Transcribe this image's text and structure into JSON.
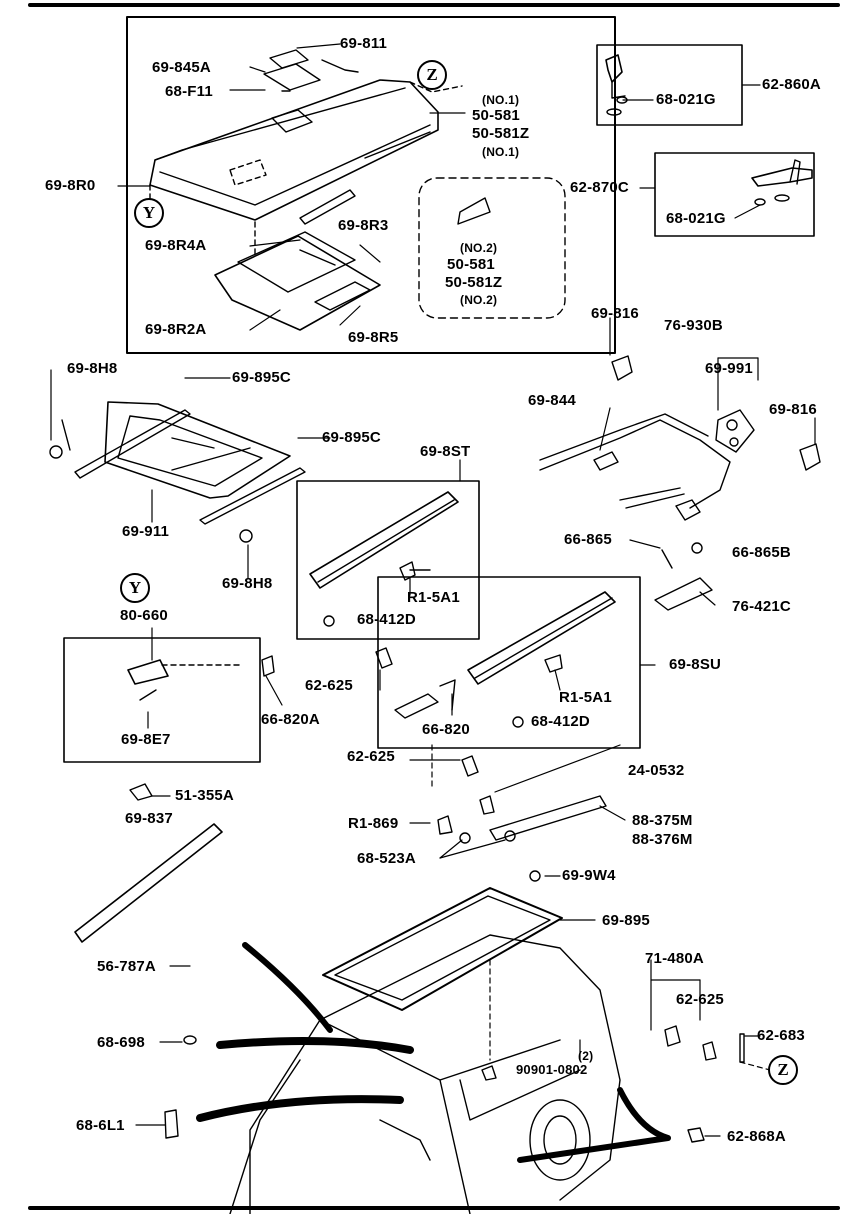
{
  "diagram": {
    "labels": {
      "l_69_811": "69-811",
      "l_69_845A": "69-845A",
      "l_68_F11": "68-F11",
      "l_69_8R0": "69-8R0",
      "l_no1_a": "(NO.1)",
      "l_50_581_a": "50-581",
      "l_50_581Z_a": "50-581Z",
      "l_no1_b": "(NO.1)",
      "l_69_8R3": "69-8R3",
      "l_69_8R4A": "69-8R4A",
      "l_69_8R2A": "69-8R2A",
      "l_69_8R5": "69-8R5",
      "l_no2_a": "(NO.2)",
      "l_50_581_b": "50-581",
      "l_50_581Z_b": "50-581Z",
      "l_no2_b": "(NO.2)",
      "l_62_860A": "62-860A",
      "l_68_021G_a": "68-021G",
      "l_62_870C": "62-870C",
      "l_68_021G_b": "68-021G",
      "l_69_8H8_a": "69-8H8",
      "l_69_895C_a": "69-895C",
      "l_69_895C_b": "69-895C",
      "l_69_911": "69-911",
      "l_69_8H8_b": "69-8H8",
      "l_69_8ST": "69-8ST",
      "l_R1_5A1_a": "R1-5A1",
      "l_68_412D_a": "68-412D",
      "l_69_816_a": "69-816",
      "l_76_930B": "76-930B",
      "l_69_991": "69-991",
      "l_69_844": "69-844",
      "l_69_816_b": "69-816",
      "l_66_865": "66-865",
      "l_66_865B": "66-865B",
      "l_76_421C": "76-421C",
      "l_80_660": "80-660",
      "l_66_820A": "66-820A",
      "l_69_8E7": "69-8E7",
      "l_62_625_a": "62-625",
      "l_69_8SU": "69-8SU",
      "l_R1_5A1_b": "R1-5A1",
      "l_66_820": "66-820",
      "l_68_412D_b": "68-412D",
      "l_62_625_b": "62-625",
      "l_24_0532": "24-0532",
      "l_51_355A": "51-355A",
      "l_R1_869": "R1-869",
      "l_88_375M": "88-375M",
      "l_88_376M": "88-376M",
      "l_69_837": "69-837",
      "l_68_523A": "68-523A",
      "l_69_9W4": "69-9W4",
      "l_69_895": "69-895",
      "l_71_480A": "71-480A",
      "l_56_787A": "56-787A",
      "l_62_625_c": "62-625",
      "l_68_698": "68-698",
      "l_62_683": "62-683",
      "l_2": "(2)",
      "l_90901_0802": "90901-0802",
      "l_68_6L1": "68-6L1",
      "l_62_868A": "62-868A"
    },
    "markers": {
      "z_top": "Z",
      "y_left": "Y",
      "y_mid": "Y",
      "z_bottom": "Z"
    }
  }
}
